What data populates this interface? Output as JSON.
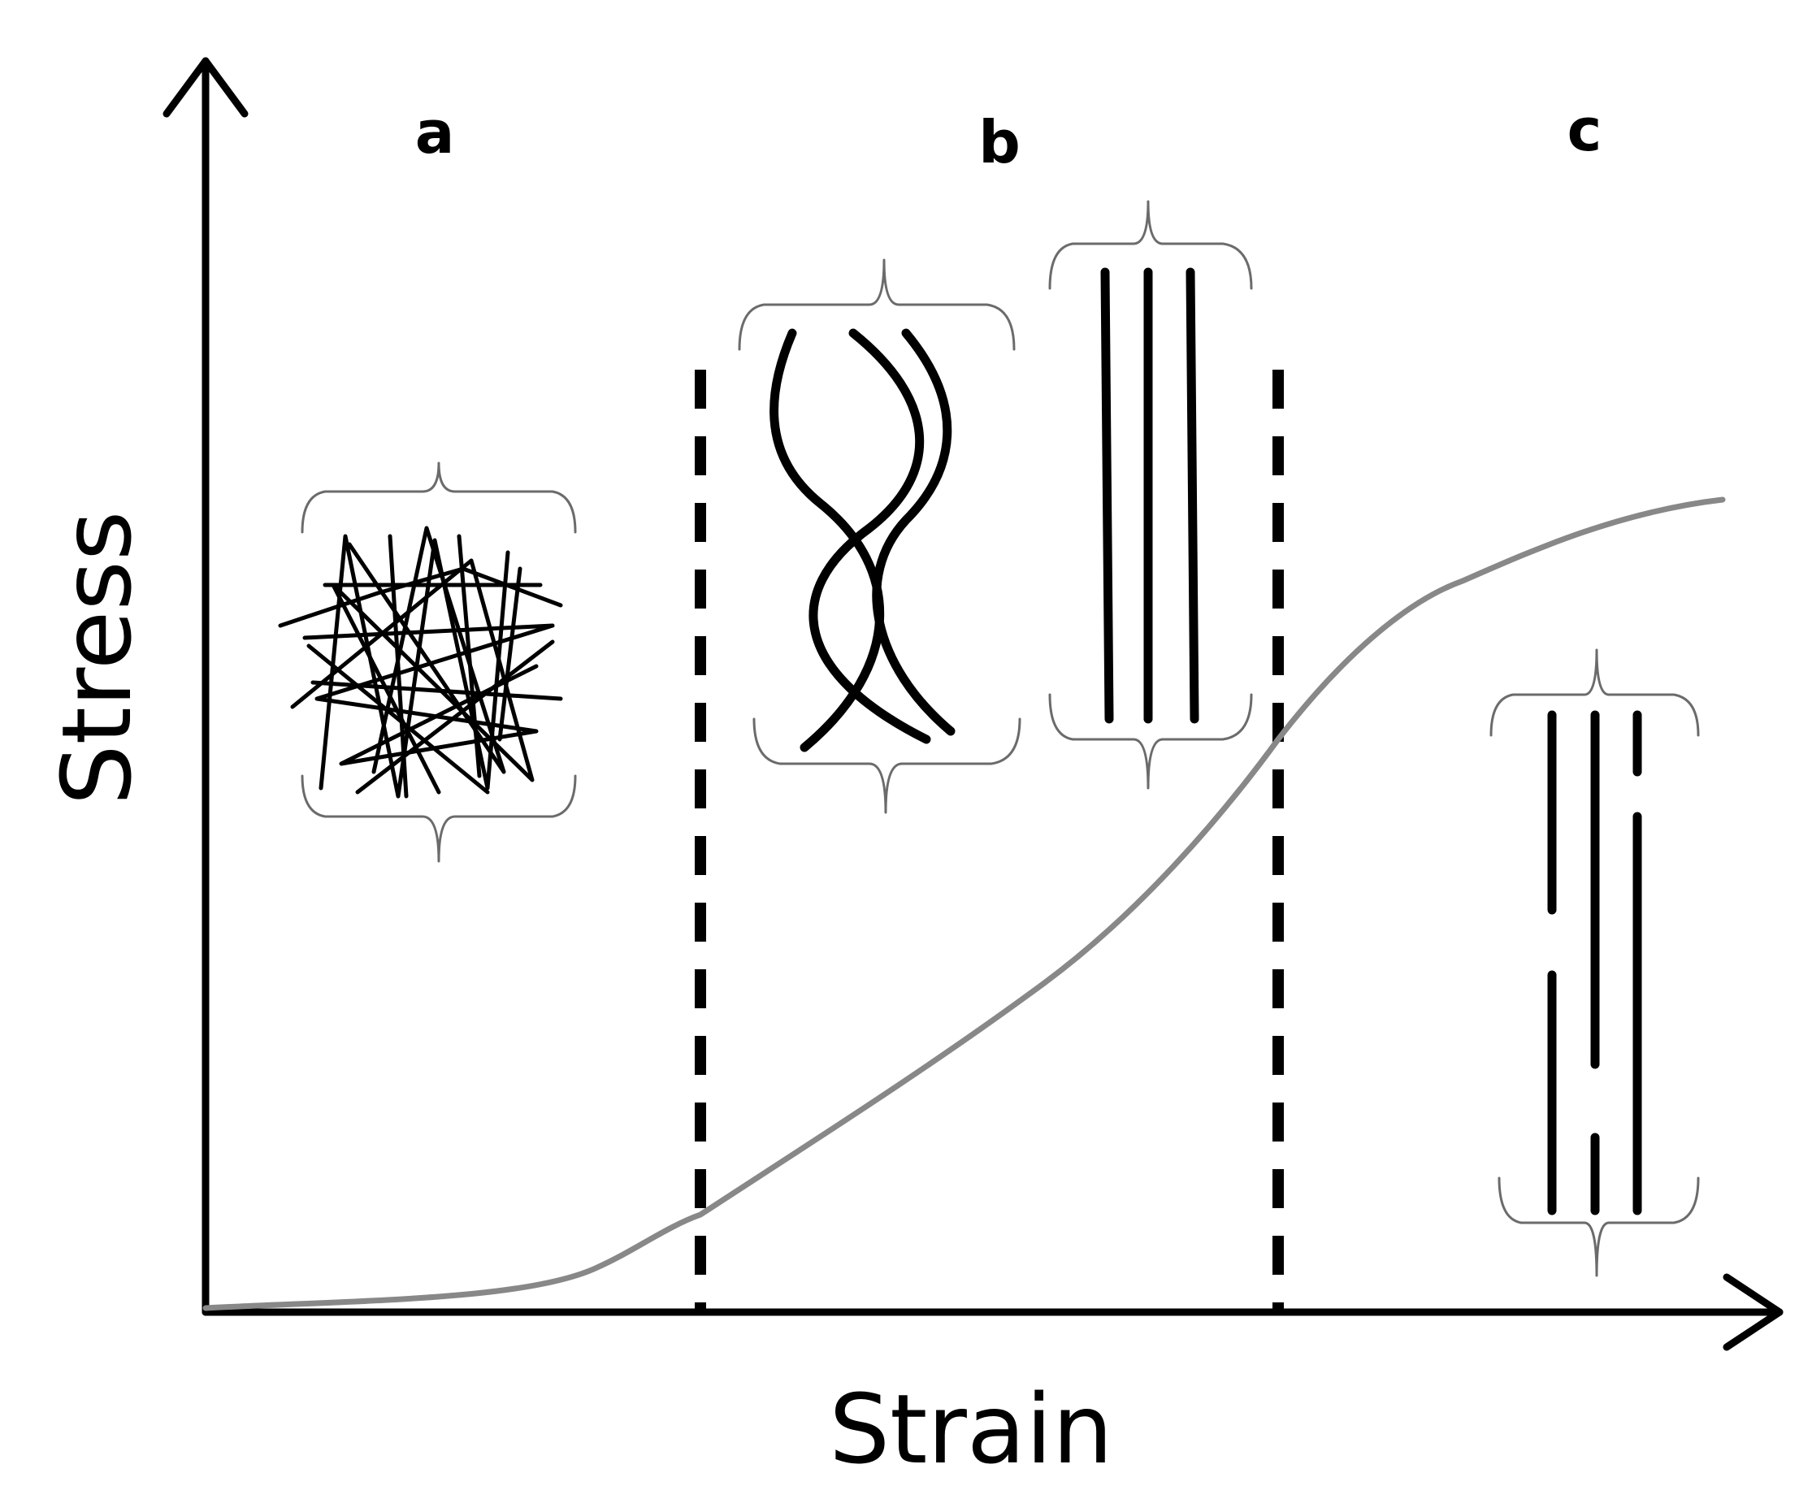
{
  "diagram": {
    "axes": {
      "x_label": "Strain",
      "y_label": "Stress"
    },
    "regions": [
      {
        "id": "a",
        "label": "a"
      },
      {
        "id": "b",
        "label": "b"
      },
      {
        "id": "c",
        "label": "c"
      }
    ],
    "colors": {
      "axis": "#000000",
      "curve": "#888888",
      "brace": "#6b6b6b",
      "fiber": "#000000"
    }
  }
}
